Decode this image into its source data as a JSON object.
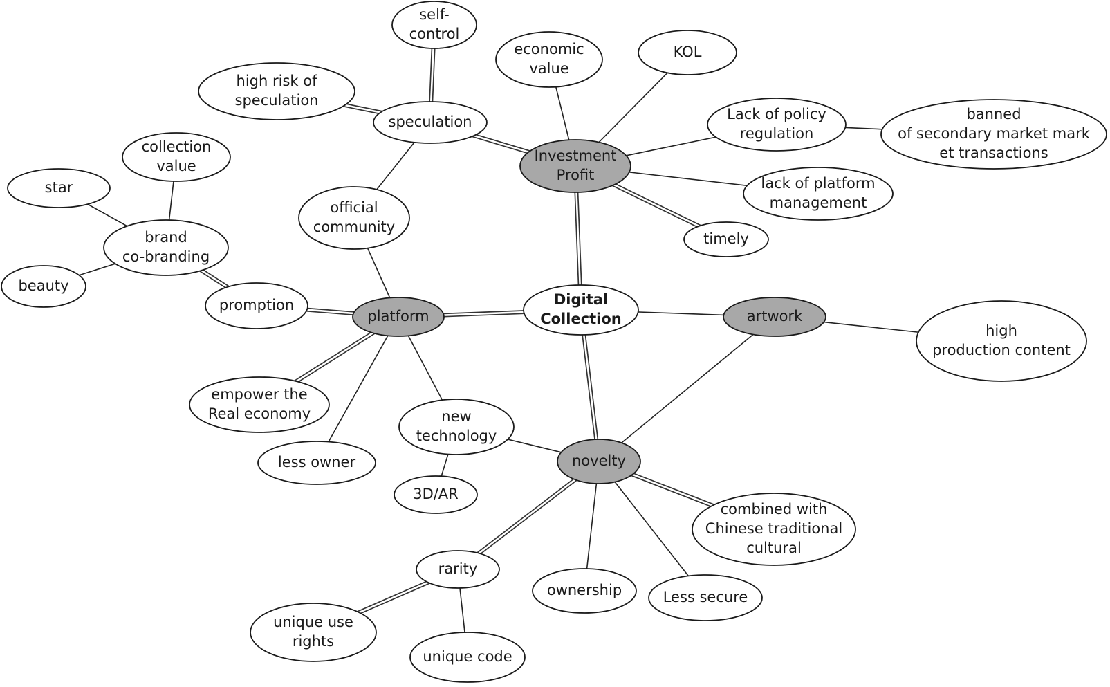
{
  "center": {
    "lines": [
      "Digital",
      "Collection"
    ]
  },
  "hubs": {
    "investment": {
      "lines": [
        "Investment",
        "Profit"
      ]
    },
    "platform": {
      "lines": [
        "platform"
      ]
    },
    "artwork": {
      "lines": [
        "artwork"
      ]
    },
    "novelty": {
      "lines": [
        "novelty"
      ]
    }
  },
  "nodes": {
    "self_control": {
      "lines": [
        "self-",
        "control"
      ]
    },
    "economic_value": {
      "lines": [
        "economic",
        "value"
      ]
    },
    "kol": {
      "lines": [
        "KOL"
      ]
    },
    "high_risk": {
      "lines": [
        "high risk of",
        "speculation"
      ]
    },
    "speculation": {
      "lines": [
        "speculation"
      ]
    },
    "lack_policy": {
      "lines": [
        "Lack of policy",
        "regulation"
      ]
    },
    "banned": {
      "lines": [
        "banned",
        "of secondary market mark",
        "et transactions"
      ]
    },
    "collection_value": {
      "lines": [
        "collection",
        "value"
      ]
    },
    "star": {
      "lines": [
        "star"
      ]
    },
    "lack_platform": {
      "lines": [
        "lack of platform",
        "management"
      ]
    },
    "official_community": {
      "lines": [
        "official",
        "community"
      ]
    },
    "brand": {
      "lines": [
        "brand",
        "co-branding"
      ]
    },
    "timely": {
      "lines": [
        "timely"
      ]
    },
    "beauty": {
      "lines": [
        "beauty"
      ]
    },
    "promption": {
      "lines": [
        "promption"
      ]
    },
    "high_production": {
      "lines": [
        "high",
        "production content"
      ]
    },
    "empower": {
      "lines": [
        "empower the",
        "Real economy"
      ]
    },
    "new_technology": {
      "lines": [
        "new",
        "technology"
      ]
    },
    "less_owner": {
      "lines": [
        "less owner"
      ]
    },
    "threed_ar": {
      "lines": [
        "3D/AR"
      ]
    },
    "combined": {
      "lines": [
        "combined with",
        "Chinese traditional",
        "cultural"
      ]
    },
    "rarity": {
      "lines": [
        "rarity"
      ]
    },
    "ownership": {
      "lines": [
        "ownership"
      ]
    },
    "less_secure": {
      "lines": [
        "Less secure"
      ]
    },
    "unique_use": {
      "lines": [
        "unique use",
        "rights"
      ]
    },
    "unique_code": {
      "lines": [
        "unique code"
      ]
    }
  }
}
